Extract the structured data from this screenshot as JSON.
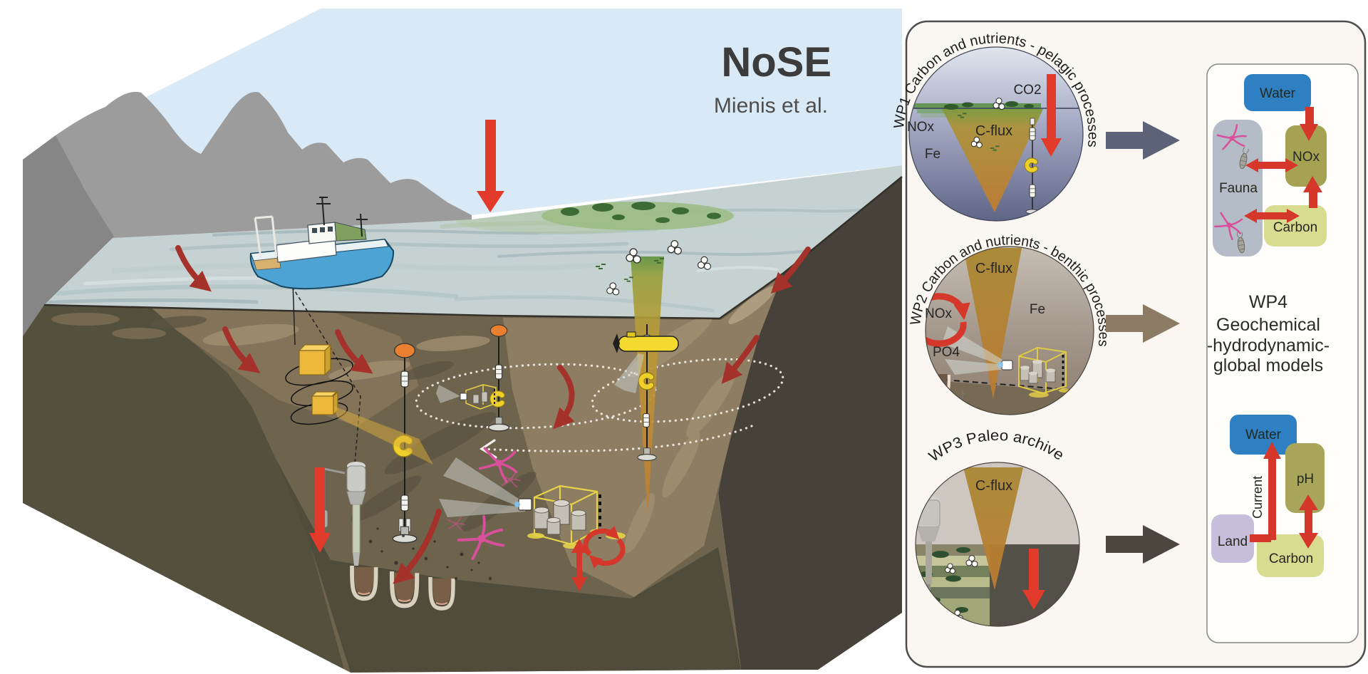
{
  "title": {
    "project": "NoSE",
    "attribution": "Mienis et al."
  },
  "wp1": {
    "arc_label": "WP1 Carbon and nutrients - pelagic processes",
    "co2": "CO2",
    "nox": "NOx",
    "fe": "Fe",
    "cflux": "C-flux"
  },
  "wp2": {
    "arc_label": "WP2 Carbon and nutrients - benthic processes",
    "cflux": "C-flux",
    "nox": "NOx",
    "po4": "PO4",
    "fe": "Fe"
  },
  "wp3": {
    "arc_label": "WP3 Paleo archive",
    "cflux": "C-flux"
  },
  "wp4": {
    "line1": "WP4",
    "line2": "Geochemical",
    "line3": "-hydrodynamic-",
    "line4": "global models"
  },
  "flow_top": {
    "water": "Water",
    "nox": "NOx",
    "fauna": "Fauna",
    "carbon": "Carbon"
  },
  "flow_bottom": {
    "water": "Water",
    "ph": "pH",
    "land": "Land",
    "carbon": "Carbon",
    "current_label": "Current"
  },
  "colors": {
    "red_arrow": "#e23b2b",
    "dark_red_arrow": "#a5322a",
    "cycle_arrow": "#d5372b",
    "wp1_to_model_arrow": "#5c6378",
    "wp2_to_model_arrow": "#8b7b64",
    "wp3_to_model_arrow": "#4b473e",
    "water_box": "#2e80c2",
    "nox_box": "#a6a254",
    "ph_box": "#a9a65b",
    "carbon_box": "#d7dc90",
    "fauna_box": "#b4bdc7",
    "land_box": "#c7bedb",
    "panel_bg": "#faf7f3",
    "sky": "#d9e9f5",
    "mountains": "#9c9c9c",
    "sediment_front": "#6e634d",
    "cflux_cone": "#bf7c31"
  }
}
